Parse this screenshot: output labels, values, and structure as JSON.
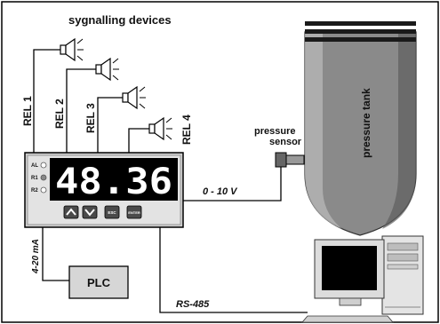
{
  "title": "sygnalling devices",
  "relays": [
    "REL 1",
    "REL 2",
    "REL 3",
    "REL 4"
  ],
  "display": {
    "value": "48.36",
    "indicators": [
      "AL",
      "R1",
      "R2"
    ],
    "buttons": {
      "esc": "ESC",
      "enter": "ENTER"
    }
  },
  "signal_voltage": "0 - 10 V",
  "signal_current": "4-20 mA",
  "sensor": {
    "line1": "pressure",
    "line2": "sensor"
  },
  "tank_label": "pressure tank",
  "plc_label": "PLC",
  "bus_label": "RS-485",
  "colors": {
    "wire": "#000000",
    "panel": "#d9d9d9",
    "display_bg": "#000000",
    "button": "#4a4a4a"
  },
  "icons": [
    "horn-icon",
    "arrow-up-icon",
    "arrow-down-icon",
    "computer-icon"
  ]
}
